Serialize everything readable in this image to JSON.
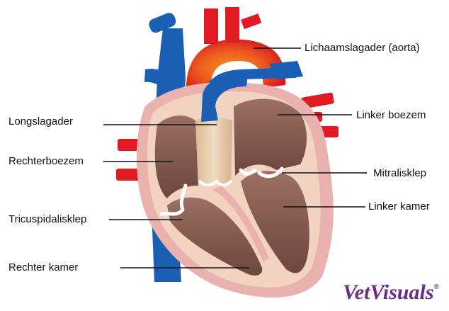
{
  "diagram": {
    "labels": {
      "aorta": "Lichaamslagader (aorta)",
      "pulmonary_artery": "Longslagader",
      "left_atrium": "Linker boezem",
      "right_atrium": "Rechterboezem",
      "mitral_valve": "Mitralisklep",
      "left_ventricle": "Linker kamer",
      "tricuspid_valve": "Tricuspidalisklep",
      "right_ventricle": "Rechter kamer"
    }
  },
  "branding": {
    "logo_text": "VetVisuals",
    "registered_mark": "®"
  },
  "colors": {
    "artery_red": "#e01b24",
    "vein_blue": "#1a5fb4",
    "myocardium_pink": "#eab2ae",
    "chamber_brown": "#8e6357",
    "pulmonary_beige": "#e9cfae",
    "valve_white": "#ffffff",
    "brand_purple": "#6a2c86"
  }
}
